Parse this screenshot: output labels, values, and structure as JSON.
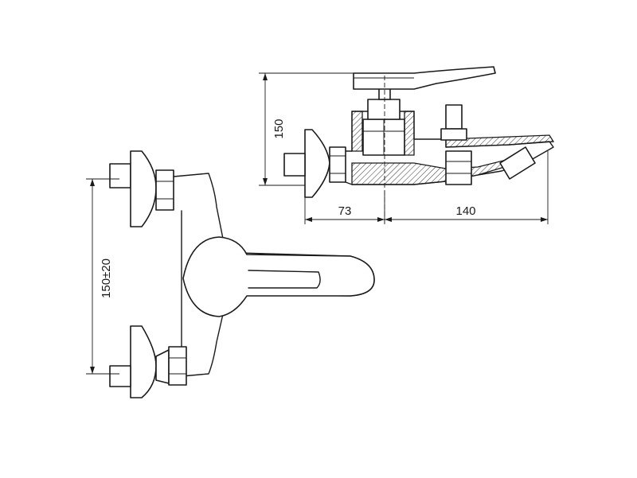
{
  "dimensions": {
    "height_side_view": "150",
    "wall_to_axis": "73",
    "axis_to_spout": "140",
    "height_front_view": "150±20"
  }
}
